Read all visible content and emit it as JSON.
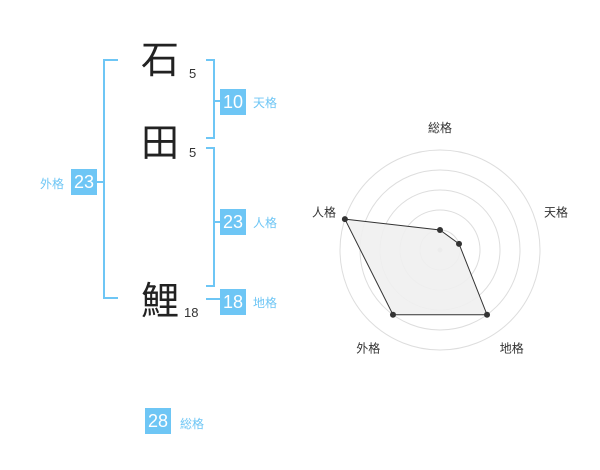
{
  "name_chars": [
    {
      "char": "石",
      "strokes": "5"
    },
    {
      "char": "田",
      "strokes": "5"
    },
    {
      "char": "鯉",
      "strokes": "18"
    }
  ],
  "fortunes": {
    "tenkaku": {
      "value": "10",
      "label": "天格"
    },
    "jinkaku": {
      "value": "23",
      "label": "人格"
    },
    "chikaku": {
      "value": "18",
      "label": "地格"
    },
    "gaikaku": {
      "value": "23",
      "label": "外格"
    },
    "soukaku": {
      "value": "28",
      "label": "総格"
    }
  },
  "colors": {
    "accent": "#6ec6f5",
    "radar_fill": "#f0f0f0",
    "grid": "#dddddd"
  },
  "chart_data": {
    "type": "radar",
    "axes": [
      "総格",
      "天格",
      "地格",
      "外格",
      "人格"
    ],
    "scale_max": 5,
    "rings": 5,
    "values": [
      1,
      1,
      4,
      4,
      5
    ]
  }
}
